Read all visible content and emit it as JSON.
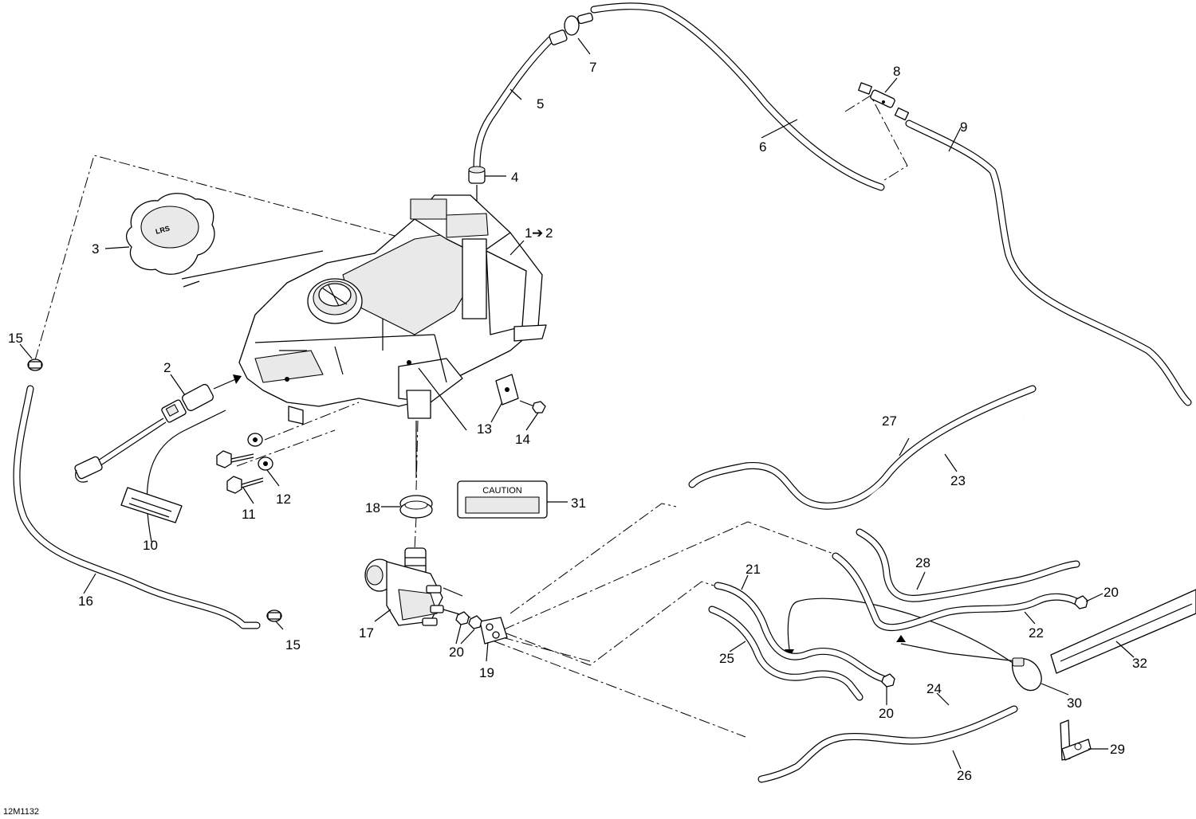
{
  "diagram_id": "12M1132",
  "callouts": {
    "c1": "1",
    "c1_target": "2",
    "c2": "2",
    "c3": "3",
    "c4": "4",
    "c5": "5",
    "c6": "6",
    "c7": "7",
    "c8": "8",
    "c9": "9",
    "c10": "10",
    "c11": "11",
    "c12": "12",
    "c13": "13",
    "c14": "14",
    "c15a": "15",
    "c15b": "15",
    "c16": "16",
    "c17": "17",
    "c18": "18",
    "c19": "19",
    "c20a": "20",
    "c20b": "20",
    "c20c": "20",
    "c21": "21",
    "c22": "22",
    "c23": "23",
    "c24": "24",
    "c25": "25",
    "c26": "26",
    "c27": "27",
    "c28": "28",
    "c29": "29",
    "c30": "30",
    "c31": "31",
    "c32": "32"
  },
  "labels": {
    "caution_label": "CAUTION",
    "cap_logo": "LRS"
  }
}
